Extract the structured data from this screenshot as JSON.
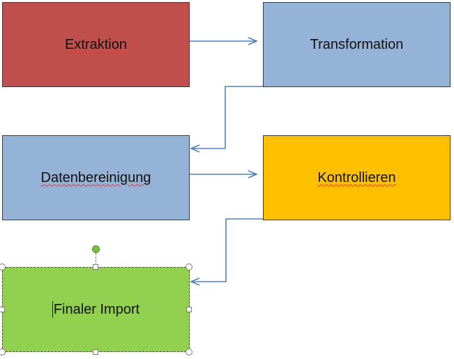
{
  "diagram": {
    "boxes": {
      "extraktion": {
        "label": "Extraktion",
        "fill": "#c0504d"
      },
      "transformation": {
        "label": "Transformation",
        "fill": "#95b3d7"
      },
      "datenbereinigung": {
        "label": "Datenbereinigung",
        "fill": "#95b3d7"
      },
      "kontrollieren": {
        "label": "Kontrollieren",
        "fill": "#ffc000"
      },
      "import": {
        "label": "Finaler Import",
        "fill": "#92d050"
      }
    },
    "connector_color": "#4f81bd"
  }
}
